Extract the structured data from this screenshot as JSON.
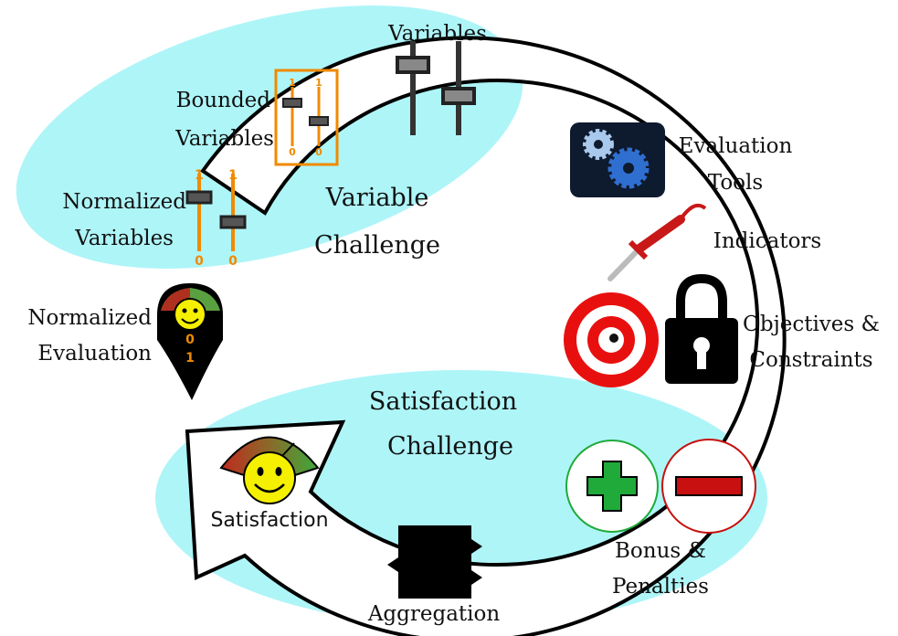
{
  "labels": {
    "variables": "Variables",
    "bounded_variables_line1": "Bounded",
    "bounded_variables_line2": "Variables",
    "normalized_variables_line1": "Normalized",
    "normalized_variables_line2": "Variables",
    "variable_challenge_line1": "Variable",
    "variable_challenge_line2": "Challenge",
    "evaluation_tools_line1": "Evaluation",
    "evaluation_tools_line2": "Tools",
    "indicators": "Indicators",
    "objectives_constraints_line1": "Objectives &",
    "objectives_constraints_line2": "Constraints",
    "normalized_evaluation_line1": "Normalized",
    "normalized_evaluation_line2": "Evaluation",
    "satisfaction_challenge_line1": "Satisfaction",
    "satisfaction_challenge_line2": "Challenge",
    "satisfaction": "Satisfaction",
    "bonus_penalties_line1": "Bonus &",
    "bonus_penalties_line2": "Penalties",
    "aggregation": "Aggregation"
  },
  "slider_ticks": {
    "one": "1",
    "zero": "0"
  },
  "colors": {
    "highlight": "#aef5f8",
    "orange": "#f08a00",
    "target_red": "#e8100f",
    "plus_green": "#1faa3a",
    "minus_red": "#c81010",
    "gear_bg": "#0e1a2e",
    "gear_light": "#a8c8ec",
    "gear_blue": "#2f6fd0"
  },
  "icons": [
    "slider-icon",
    "gears-icon",
    "thermometer-icon",
    "target-icon",
    "padlock-icon",
    "plus-icon",
    "minus-icon",
    "gauge-icon",
    "smiley-icon",
    "map-pin-icon",
    "aggregation-block-icon"
  ]
}
